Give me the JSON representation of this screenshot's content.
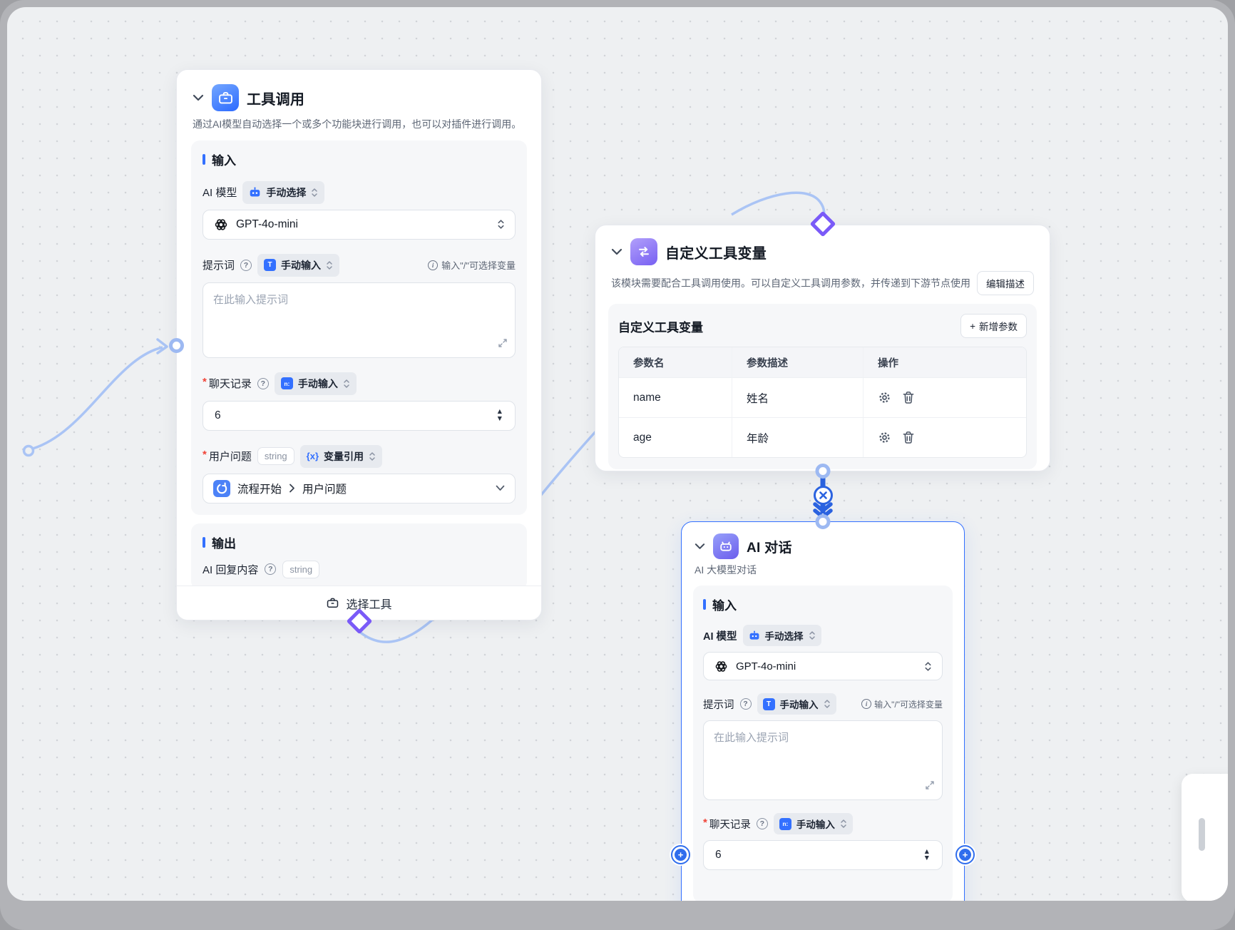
{
  "icons": {
    "question_mark": "?",
    "info_mark": "i",
    "required_mark": "*",
    "spin_up": "▲",
    "spin_down": "▼",
    "var_ref_glyph": "{x}",
    "plus_glyph": "+",
    "text_input_glyph": "T",
    "history_glyph": "n:"
  },
  "colors": {
    "accent_blue": "#3370ff",
    "edge_light": "#aac4f5",
    "edge_active": "#2b63e0",
    "diamond_purple": "#7a5af8",
    "canvas_bg": "#eef0f2"
  },
  "nodes": {
    "tool_call": {
      "title": "工具调用",
      "description": "通过AI模型自动选择一个或多个功能块进行调用，也可以对插件进行调用。",
      "input_title": "输入",
      "output_title": "输出",
      "ai_model_label": "AI 模型",
      "ai_model_mode": "手动选择",
      "model_value": "GPT-4o-mini",
      "prompt_label": "提示词",
      "prompt_mode": "手动输入",
      "prompt_hint": "输入\"/\"可选择变量",
      "prompt_placeholder": "在此输入提示词",
      "history_label": "聊天记录",
      "history_mode": "手动输入",
      "history_value": "6",
      "question_label": "用户问题",
      "question_type": "string",
      "question_mode": "变量引用",
      "ref_source": "流程开始",
      "ref_field": "用户问题",
      "output_label": "AI 回复内容",
      "output_type": "string",
      "footer_button": "选择工具"
    },
    "custom_vars": {
      "title": "自定义工具变量",
      "description": "该模块需要配合工具调用使用。可以自定义工具调用参数，并传递到下游节点使用",
      "edit_desc_button": "编辑描述",
      "section_title": "自定义工具变量",
      "add_param_label": "新增参数",
      "col_name": "参数名",
      "col_desc": "参数描述",
      "col_action": "操作",
      "rows": [
        {
          "name": "name",
          "desc": "姓名"
        },
        {
          "name": "age",
          "desc": "年龄"
        }
      ]
    },
    "ai_chat": {
      "title": "AI 对话",
      "subtitle": "AI 大模型对话",
      "input_title": "输入",
      "ai_model_label": "AI 模型",
      "ai_model_mode": "手动选择",
      "model_value": "GPT-4o-mini",
      "prompt_label": "提示词",
      "prompt_mode": "手动输入",
      "prompt_hint": "输入\"/\"可选择变量",
      "prompt_placeholder": "在此输入提示词",
      "history_label": "聊天记录",
      "history_mode": "手动输入",
      "history_value": "6"
    }
  }
}
